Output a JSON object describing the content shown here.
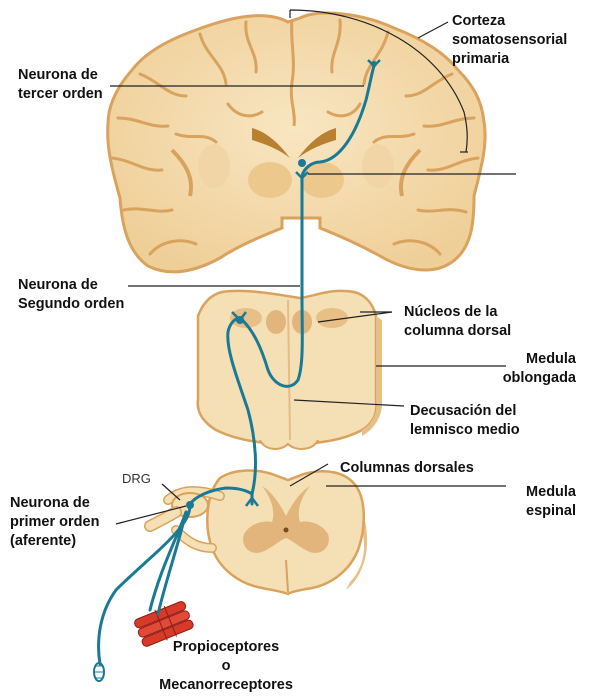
{
  "labels": {
    "cortex": [
      "Corteza",
      "somatosensorial",
      "primaria"
    ],
    "third_order": [
      "Neurona de",
      "tercer orden"
    ],
    "second_order": [
      "Neurona de",
      "Segundo orden"
    ],
    "dorsal_nuclei": [
      "Núcleos de la",
      "columna dorsal"
    ],
    "medulla_oblongata": [
      "Medula",
      "oblongada"
    ],
    "decussation": [
      "Decusación del",
      "lemnisco medio"
    ],
    "drg": "DRG",
    "dorsal_columns": "Columnas dorsales",
    "spinal_cord": [
      "Medula",
      "espinal"
    ],
    "first_order": [
      "Neurona de",
      "primer orden",
      "(aferente)"
    ],
    "receptors": [
      "Propioceptores",
      "o",
      "Mecanorreceptores"
    ]
  },
  "colors": {
    "tissue": "#f5dfb4",
    "tissue_edge": "#d9a25d",
    "tissue_shade": "#e8c58c",
    "gray_matter": "#e2b57d",
    "neuron": "#1a7a96",
    "muscle": "#d83a2a",
    "leader": "#222222"
  }
}
